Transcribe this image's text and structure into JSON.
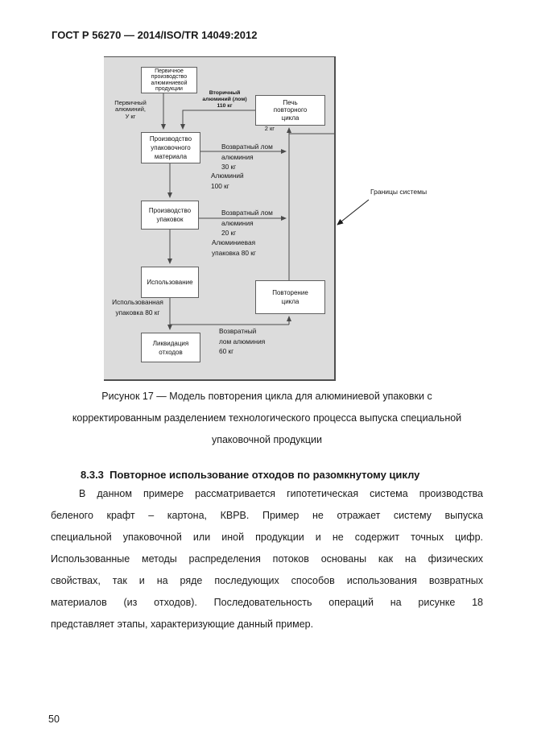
{
  "page": {
    "header": "ГОСТ Р 56270 — 2014/ISO/TR 14049:2012",
    "number": "50"
  },
  "colors": {
    "panel_bg": "#dcdcdc",
    "line": "#4a4a4a",
    "text": "#1a1a1a"
  },
  "figure": {
    "boxes": {
      "primary_production": "Первичное\nпроизводство\nалюминиевой\nпродукции",
      "remelt_furnace": "Печь\nповторного\nцикла",
      "packaging_material_production": "Производство\nупаковочного\nматериала",
      "packaging_production": "Производство\nупаковок",
      "use": "Использование",
      "cycle_repeat": "Повторение\nцикла",
      "waste_disposal": "Ликвидация\nотходов"
    },
    "labels": {
      "primary_aluminum": "Первичный\nалюминий,\nУ кг",
      "secondary_aluminum": "Вторичный\nалюминий (лом)\n110 кг",
      "two_kg": "2 кг",
      "return_scrap_30": "Возвратный лом\nалюминия\n30 кг",
      "aluminum_100": "Алюминий\n100 кг",
      "return_scrap_20": "Возвратный лом\nалюминия\n20 кг",
      "aluminum_packaging_80": "Алюминиевая\nупаковка 80 кг",
      "used_packaging_80": "Использованная\nупаковка 80 кг",
      "return_scrap_60": "Возвратный\nлом алюминия\n60 кг",
      "system_boundary": "Границы системы"
    },
    "caption": "Рисунок 17 — Модель повторения цикла для алюминиевой упаковки с\nкорректированным разделением технологического процесса выпуска специальной\nупаковочной продукции"
  },
  "section": {
    "heading": "8.3.3  Повторное использование отходов по разомкнутому циклу",
    "paragraph_lines": [
      "В данном примере рассматривается гипотетическая система производства",
      "беленого крафт – картона, КВРВ. Пример не отражает систему выпуска",
      "специальной упаковочной или иной продукции и не содержит точных цифр.",
      "Использованные методы распределения потоков основаны как на физических",
      "свойствах, так и на ряде последующих способов использования возвратных",
      "материалов (из отходов). Последовательность операций на рисунке 18",
      "представляет этапы, характеризующие данный пример."
    ]
  }
}
